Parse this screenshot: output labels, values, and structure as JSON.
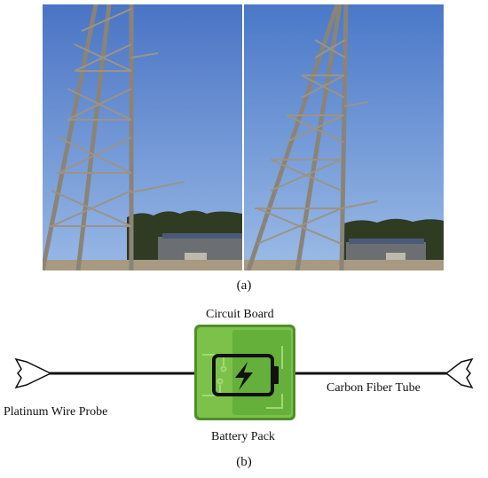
{
  "figure": {
    "panel_a": {
      "caption": "(a)"
    },
    "panel_b": {
      "caption": "(b)",
      "circuit_board_label": "Circuit Board",
      "battery_pack_label": "Battery Pack",
      "probe_label": "Platinum Wire Probe",
      "tube_label": "Carbon Fiber Tube"
    }
  },
  "colors": {
    "sky_top": "#4a78c8",
    "sky_bottom": "#8fb2e4",
    "tower_steel": "#8a8478",
    "tree_line": "#2f3b22",
    "ground": "#a89a82",
    "board_green": "#7cc24a",
    "board_dark": "#4f8f2a",
    "battery_outline": "#111111"
  },
  "icons": {
    "left_end": "probe-tip-icon",
    "right_end": "tube-end-icon",
    "center": "battery-circuit-icon"
  }
}
